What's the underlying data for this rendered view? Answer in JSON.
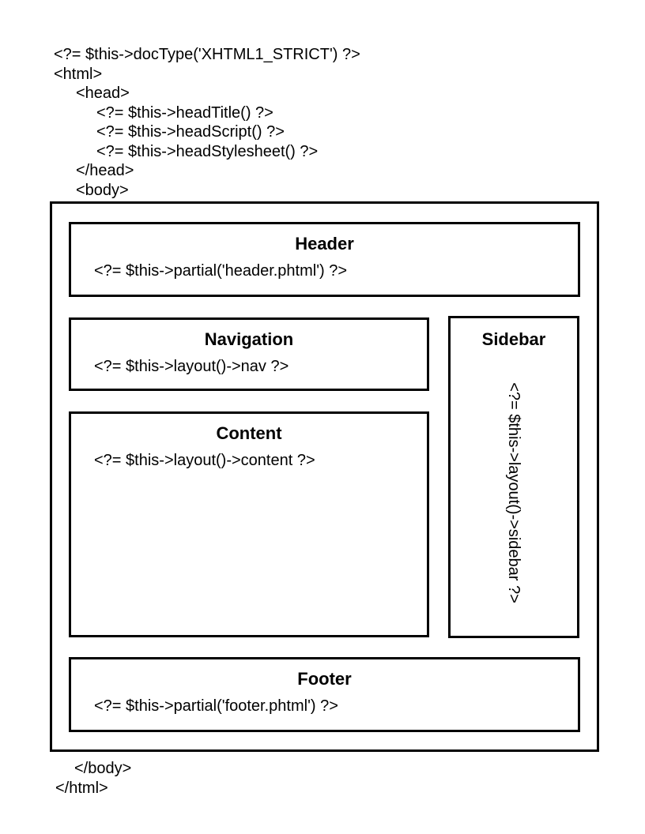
{
  "page": {
    "background_color": "#ffffff",
    "text_color": "#000000",
    "box_border_color": "#000000"
  },
  "code_top": {
    "lines": [
      {
        "indent": 0,
        "text": "<?= $this->docType('XHTML1_STRICT') ?>"
      },
      {
        "indent": 0,
        "text": "<html>"
      },
      {
        "indent": 1,
        "text": "<head>"
      },
      {
        "indent": 2,
        "text": "<?= $this->headTitle() ?>"
      },
      {
        "indent": 2,
        "text": "<?= $this->headScript() ?>"
      },
      {
        "indent": 2,
        "text": "<?= $this->headStylesheet() ?>"
      },
      {
        "indent": 1,
        "text": "</head>"
      },
      {
        "indent": 1,
        "text": "<body>"
      }
    ]
  },
  "layout_boxes": {
    "header": {
      "title": "Header",
      "code": "<?= $this->partial('header.phtml') ?>"
    },
    "navigation": {
      "title": "Navigation",
      "code": "<?= $this->layout()->nav ?>"
    },
    "content": {
      "title": "Content",
      "code": "<?= $this->layout()->content ?>"
    },
    "sidebar": {
      "title": "Sidebar",
      "code": "<?= $this->layout()->sidebar ?>",
      "text_orientation": "rotated-90-clockwise"
    },
    "footer": {
      "title": "Footer",
      "code": "<?= $this->partial('footer.phtml') ?>"
    }
  },
  "code_bottom": {
    "lines": [
      {
        "indent": 1,
        "text": "</body>"
      },
      {
        "indent": 0,
        "text": "</html>"
      }
    ]
  }
}
